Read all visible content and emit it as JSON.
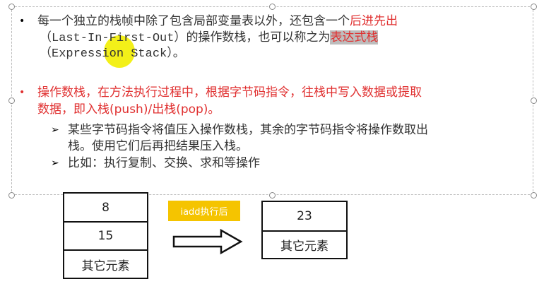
{
  "slide": {
    "bullet1": {
      "line1_text": "每一个独立的栈帧中除了包含局部变量表以外，还包含一个",
      "line1_red": "后进先出",
      "line2_mono": "（Last-In-First-Out）",
      "line2_text": "的操作数栈，也可以称之为",
      "line2_highlight": "表达式栈",
      "line3_mono": "（Expression Stack）。"
    },
    "bullet2": {
      "line1": "操作数栈，在方法执行过程中，根据字节码指令，往栈中写入数据或提取",
      "line2": "数据，即入栈(push)/出栈(pop)。"
    },
    "sub_items": [
      {
        "line1": "某些字节码指令将值压入操作数栈，其余的字节码指令将操作数取出",
        "line2": "栈。使用它们后再把结果压入栈。"
      },
      {
        "line1": "比如：执行复制、交换、求和等操作"
      }
    ],
    "bullet_char": "•",
    "sub_bullet_char": "➢"
  },
  "diagram": {
    "before_stack": [
      "8",
      "15",
      "其它元素"
    ],
    "label": "iadd执行后",
    "after_stack": [
      "23",
      "其它元素"
    ],
    "label_color": "#f5c400"
  }
}
